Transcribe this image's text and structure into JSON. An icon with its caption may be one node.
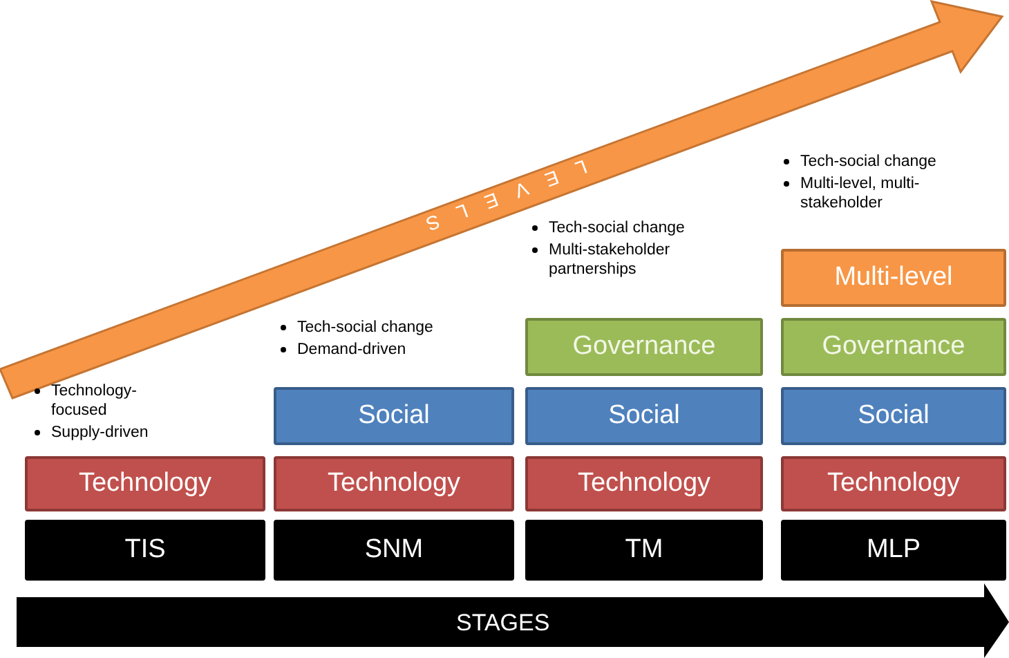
{
  "diagram": {
    "nodes": [
      {
        "text": [
          "Multi-level"
        ]
      },
      {
        "text": [
          "Governance"
        ]
      },
      {
        "text": [
          "Governance"
        ]
      },
      {
        "text": [
          "Social"
        ]
      },
      {
        "text": [
          "Social"
        ]
      },
      {
        "text": [
          "Social"
        ]
      },
      {
        "text": [
          "Technology"
        ]
      },
      {
        "text": [
          "Technology"
        ]
      },
      {
        "text": [
          "Technology"
        ]
      },
      {
        "text": [
          "Technology"
        ]
      },
      {
        "text": [
          "TIS"
        ]
      },
      {
        "text": [
          "SNM"
        ]
      },
      {
        "text": [
          "TM"
        ]
      },
      {
        "text": [
          "MLP"
        ]
      }
    ],
    "labels": [
      "LEVELS",
      "Tech-social change",
      "Multi-level, multi-stakeholder",
      "Tech-social change",
      "Multi-stakeholder partnerships",
      "Tech-social change",
      "Demand-driven",
      "Technology-focused",
      "Supply-driven",
      "STAGES"
    ]
  }
}
